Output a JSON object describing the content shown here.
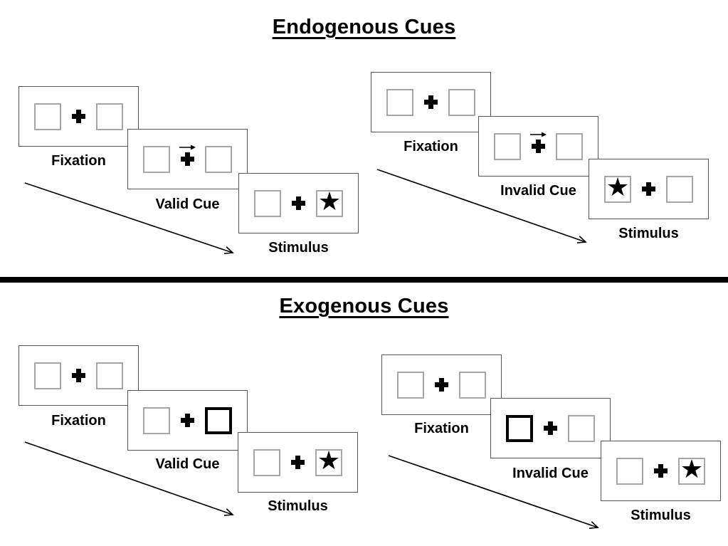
{
  "colors": {
    "ink": "#000000",
    "box_border_gray": "#a6a6a6",
    "panel_border_gray": "#555555",
    "background": "#ffffff"
  },
  "sections": [
    {
      "title": "Endogenous Cues",
      "sequences": [
        {
          "name": "valid",
          "panels": [
            {
              "label": "Fixation",
              "cue": "none",
              "left": {
                "type": "plain",
                "symbol": ""
              },
              "right": {
                "type": "plain",
                "symbol": ""
              }
            },
            {
              "label": "Valid Cue",
              "cue": "arrow",
              "left": {
                "type": "plain",
                "symbol": ""
              },
              "right": {
                "type": "plain",
                "symbol": ""
              }
            },
            {
              "label": "Stimulus",
              "cue": "none",
              "left": {
                "type": "plain",
                "symbol": ""
              },
              "right": {
                "type": "star",
                "symbol": "★"
              }
            }
          ]
        },
        {
          "name": "invalid",
          "panels": [
            {
              "label": "Fixation",
              "cue": "none",
              "left": {
                "type": "plain",
                "symbol": ""
              },
              "right": {
                "type": "plain",
                "symbol": ""
              }
            },
            {
              "label": "Invalid Cue",
              "cue": "arrow",
              "left": {
                "type": "plain",
                "symbol": ""
              },
              "right": {
                "type": "plain",
                "symbol": ""
              }
            },
            {
              "label": "Stimulus",
              "cue": "none",
              "left": {
                "type": "star",
                "symbol": "★"
              },
              "right": {
                "type": "plain",
                "symbol": ""
              }
            }
          ]
        }
      ]
    },
    {
      "title": "Exogenous Cues",
      "sequences": [
        {
          "name": "valid",
          "panels": [
            {
              "label": "Fixation",
              "cue": "none",
              "left": {
                "type": "plain",
                "symbol": ""
              },
              "right": {
                "type": "plain",
                "symbol": ""
              }
            },
            {
              "label": "Valid Cue",
              "cue": "none",
              "left": {
                "type": "plain",
                "symbol": ""
              },
              "right": {
                "type": "thick",
                "symbol": ""
              }
            },
            {
              "label": "Stimulus",
              "cue": "none",
              "left": {
                "type": "plain",
                "symbol": ""
              },
              "right": {
                "type": "star",
                "symbol": "★"
              }
            }
          ]
        },
        {
          "name": "invalid",
          "panels": [
            {
              "label": "Fixation",
              "cue": "none",
              "left": {
                "type": "plain",
                "symbol": ""
              },
              "right": {
                "type": "plain",
                "symbol": ""
              }
            },
            {
              "label": "Invalid Cue",
              "cue": "none",
              "left": {
                "type": "thick",
                "symbol": ""
              },
              "right": {
                "type": "plain",
                "symbol": ""
              }
            },
            {
              "label": "Stimulus",
              "cue": "none",
              "left": {
                "type": "plain",
                "symbol": ""
              },
              "right": {
                "type": "star",
                "symbol": "★"
              }
            }
          ]
        }
      ]
    }
  ]
}
